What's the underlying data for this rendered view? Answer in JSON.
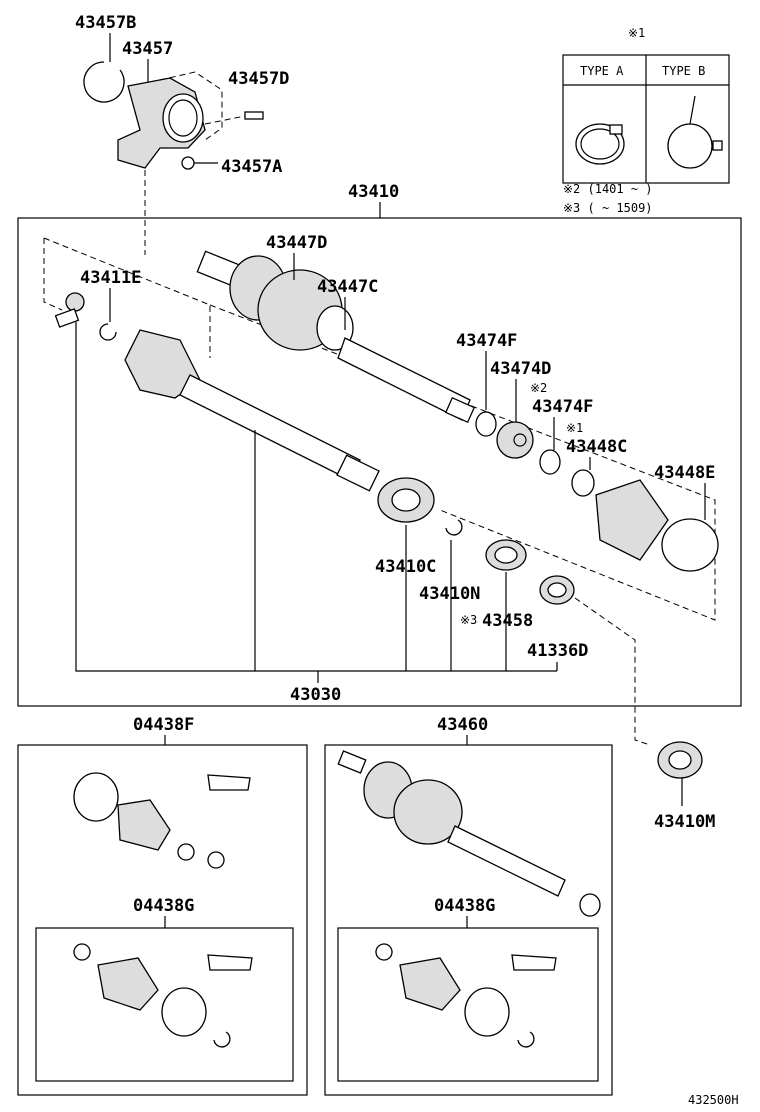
{
  "labels": {
    "p43457B": "43457B",
    "p43457": "43457",
    "p43457D": "43457D",
    "p43457A": "43457A",
    "p43410": "43410",
    "p43447D": "43447D",
    "p43447C": "43447C",
    "p43411E": "43411E",
    "p43474F_a": "43474F",
    "p43474D": "43474D",
    "p43474F_b": "43474F",
    "p43448C": "43448C",
    "p43448E": "43448E",
    "p43410C": "43410C",
    "p43410N": "43410N",
    "p43458": "43458",
    "p41336D": "41336D",
    "p43030": "43030",
    "p04438F": "04438F",
    "p43460": "43460",
    "p04438G_a": "04438G",
    "p04438G_b": "04438G",
    "p43410M": "43410M"
  },
  "notes": {
    "mark1_top": "※1",
    "mark1_part": "※1",
    "mark2_part": "※2",
    "mark3_part": "※3",
    "note2": "※2 (1401 ~       )",
    "note3": "※3 (       ~ 1509)"
  },
  "type_table": {
    "col_a": "TYPE A",
    "col_b": "TYPE B"
  },
  "diagram_id": "432500H"
}
